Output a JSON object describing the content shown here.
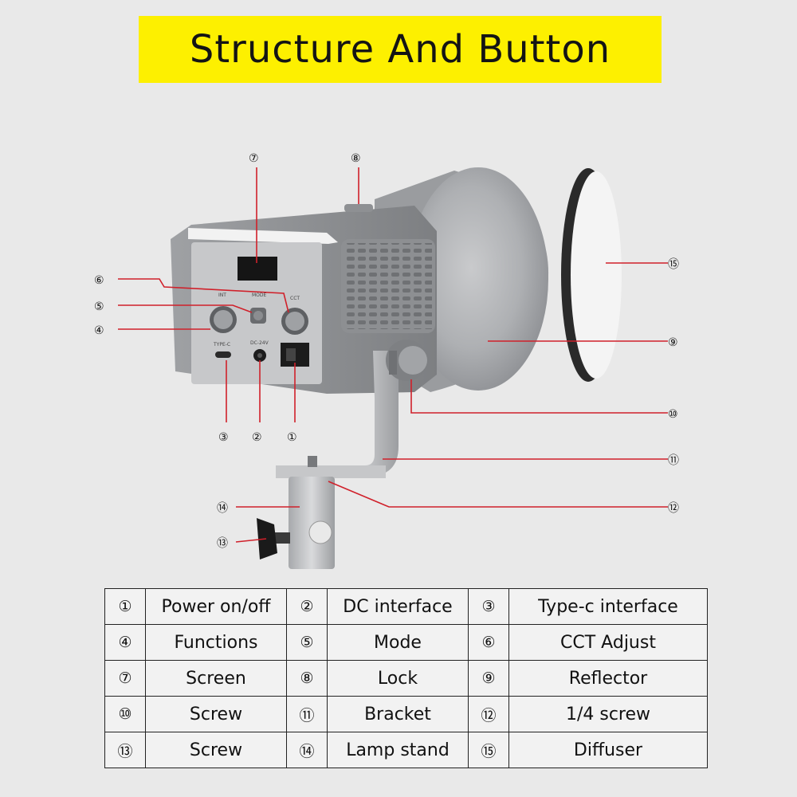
{
  "title": "Structure And Button",
  "panel_labels": {
    "int": "INT",
    "mode": "MODE",
    "cct": "CCT",
    "type_c": "TYPE-C",
    "dc": "DC-24V"
  },
  "callouts": [
    "①",
    "②",
    "③",
    "④",
    "⑤",
    "⑥",
    "⑦",
    "⑧",
    "⑨",
    "⑩",
    "⑪",
    "⑫",
    "⑬",
    "⑭",
    "⑮"
  ],
  "legend": [
    [
      {
        "num": "①",
        "label": "Power on/off"
      },
      {
        "num": "②",
        "label": "DC interface"
      },
      {
        "num": "③",
        "label": "Type-c interface"
      }
    ],
    [
      {
        "num": "④",
        "label": "Functions"
      },
      {
        "num": "⑤",
        "label": "Mode"
      },
      {
        "num": "⑥",
        "label": "CCT Adjust"
      }
    ],
    [
      {
        "num": "⑦",
        "label": "Screen"
      },
      {
        "num": "⑧",
        "label": "Lock"
      },
      {
        "num": "⑨",
        "label": "Reflector"
      }
    ],
    [
      {
        "num": "⑩",
        "label": "Screw"
      },
      {
        "num": "⑪",
        "label": "Bracket"
      },
      {
        "num": "⑫",
        "label": "1/4 screw"
      }
    ],
    [
      {
        "num": "⑬",
        "label": "Screw"
      },
      {
        "num": "⑭",
        "label": "Lamp stand"
      },
      {
        "num": "⑮",
        "label": "Diffuser"
      }
    ]
  ],
  "colors": {
    "banner": "#fdf000",
    "leader_line": "#d0202a",
    "background": "#e9e9e9"
  }
}
